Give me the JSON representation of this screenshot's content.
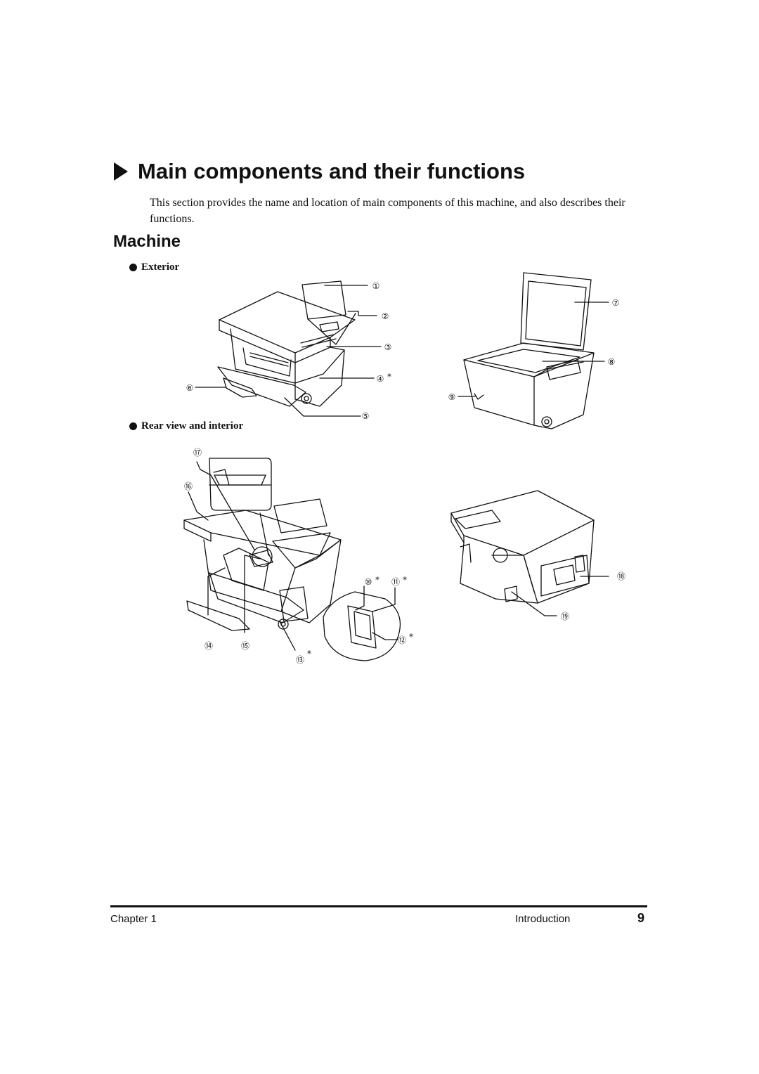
{
  "page": {
    "title": "Main components and their functions",
    "intro": "This section provides the name and location of main components of this machine, and also describes their functions.",
    "section_heading": "Machine",
    "bullet_exterior": "Exterior",
    "bullet_rear": "Rear view and interior"
  },
  "callouts": {
    "c1": "①",
    "c2": "②",
    "c3": "③",
    "c4": "④",
    "c5": "⑤",
    "c6": "⑥",
    "c7": "⑦",
    "c8": "⑧",
    "c9": "⑨",
    "c10": "⑩",
    "c11": "⑪",
    "c12": "⑫",
    "c13": "⑬",
    "c14": "⑭",
    "c15": "⑮",
    "c16": "⑯",
    "c17": "⑰",
    "c18": "⑱",
    "c19": "⑲",
    "asterisk": "*"
  },
  "footer": {
    "chapter": "Chapter 1",
    "section": "Introduction",
    "page_number": "9"
  }
}
